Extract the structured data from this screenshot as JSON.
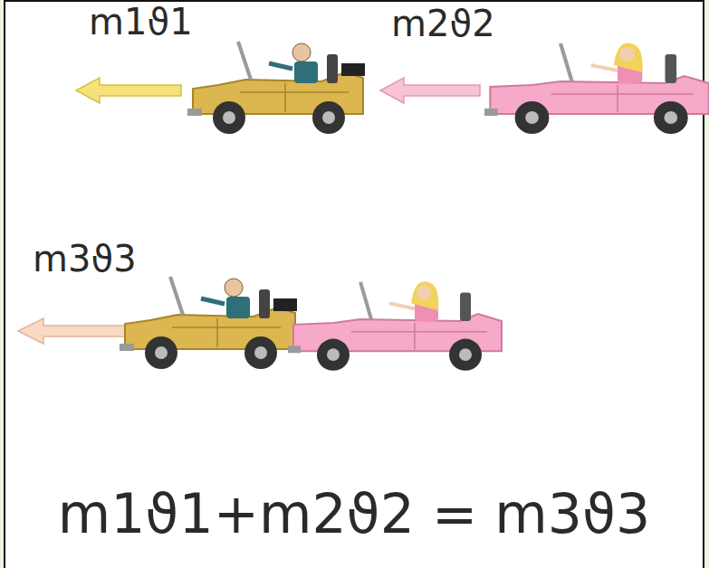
{
  "diagram": {
    "labels": [
      "m1ϑ1",
      "m2ϑ2",
      "m3ϑ3",
      "m1ϑ1+m2ϑ2 = m3ϑ3"
    ]
  }
}
